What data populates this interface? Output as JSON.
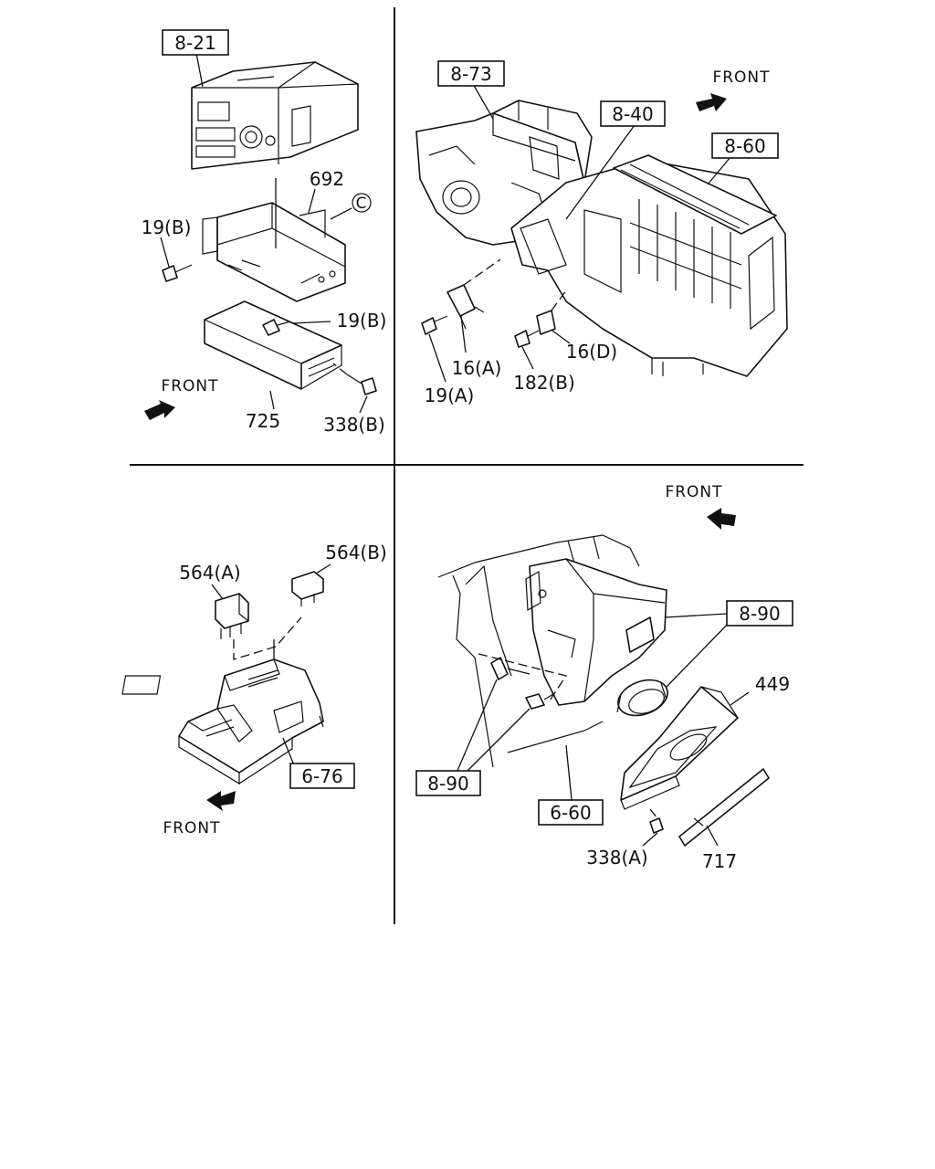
{
  "callouts": {
    "ref_8_21": "8-21",
    "p692": "692",
    "circled_c": "C",
    "p19b_a": "19(B)",
    "p19b_b": "19(B)",
    "p725": "725",
    "p338b": "338(B)",
    "ref_8_73": "8-73",
    "ref_8_40": "8-40",
    "ref_8_60": "8-60",
    "p16a": "16(A)",
    "p19a": "19(A)",
    "p182b": "182(B)",
    "p16d": "16(D)",
    "p564a": "564(A)",
    "p564b": "564(B)",
    "ref_6_76": "6-76",
    "ref_8_90_a": "8-90",
    "p449": "449",
    "ref_8_90_b": "8-90",
    "ref_6_60": "6-60",
    "p338a": "338(A)",
    "p717": "717"
  },
  "front_labels": {
    "q1": "FRONT",
    "q2": "FRONT",
    "q3": "FRONT",
    "q4": "FRONT"
  }
}
